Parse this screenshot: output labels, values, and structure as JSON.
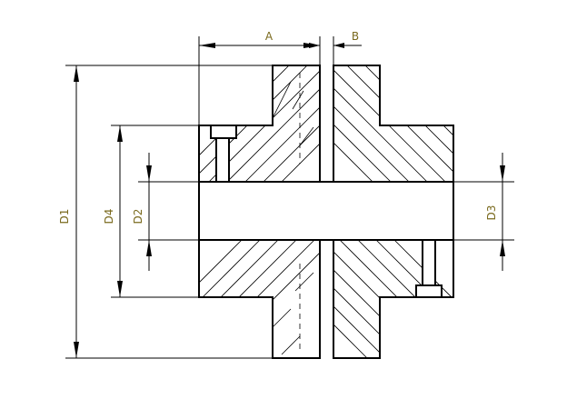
{
  "labels": {
    "a": "A",
    "b": "B",
    "d1": "D1",
    "d2": "D2",
    "d3": "D3",
    "d4": "D4"
  },
  "colors": {
    "line": "#000000",
    "dimension_text": "#7a6a1e",
    "background": "#ffffff"
  }
}
